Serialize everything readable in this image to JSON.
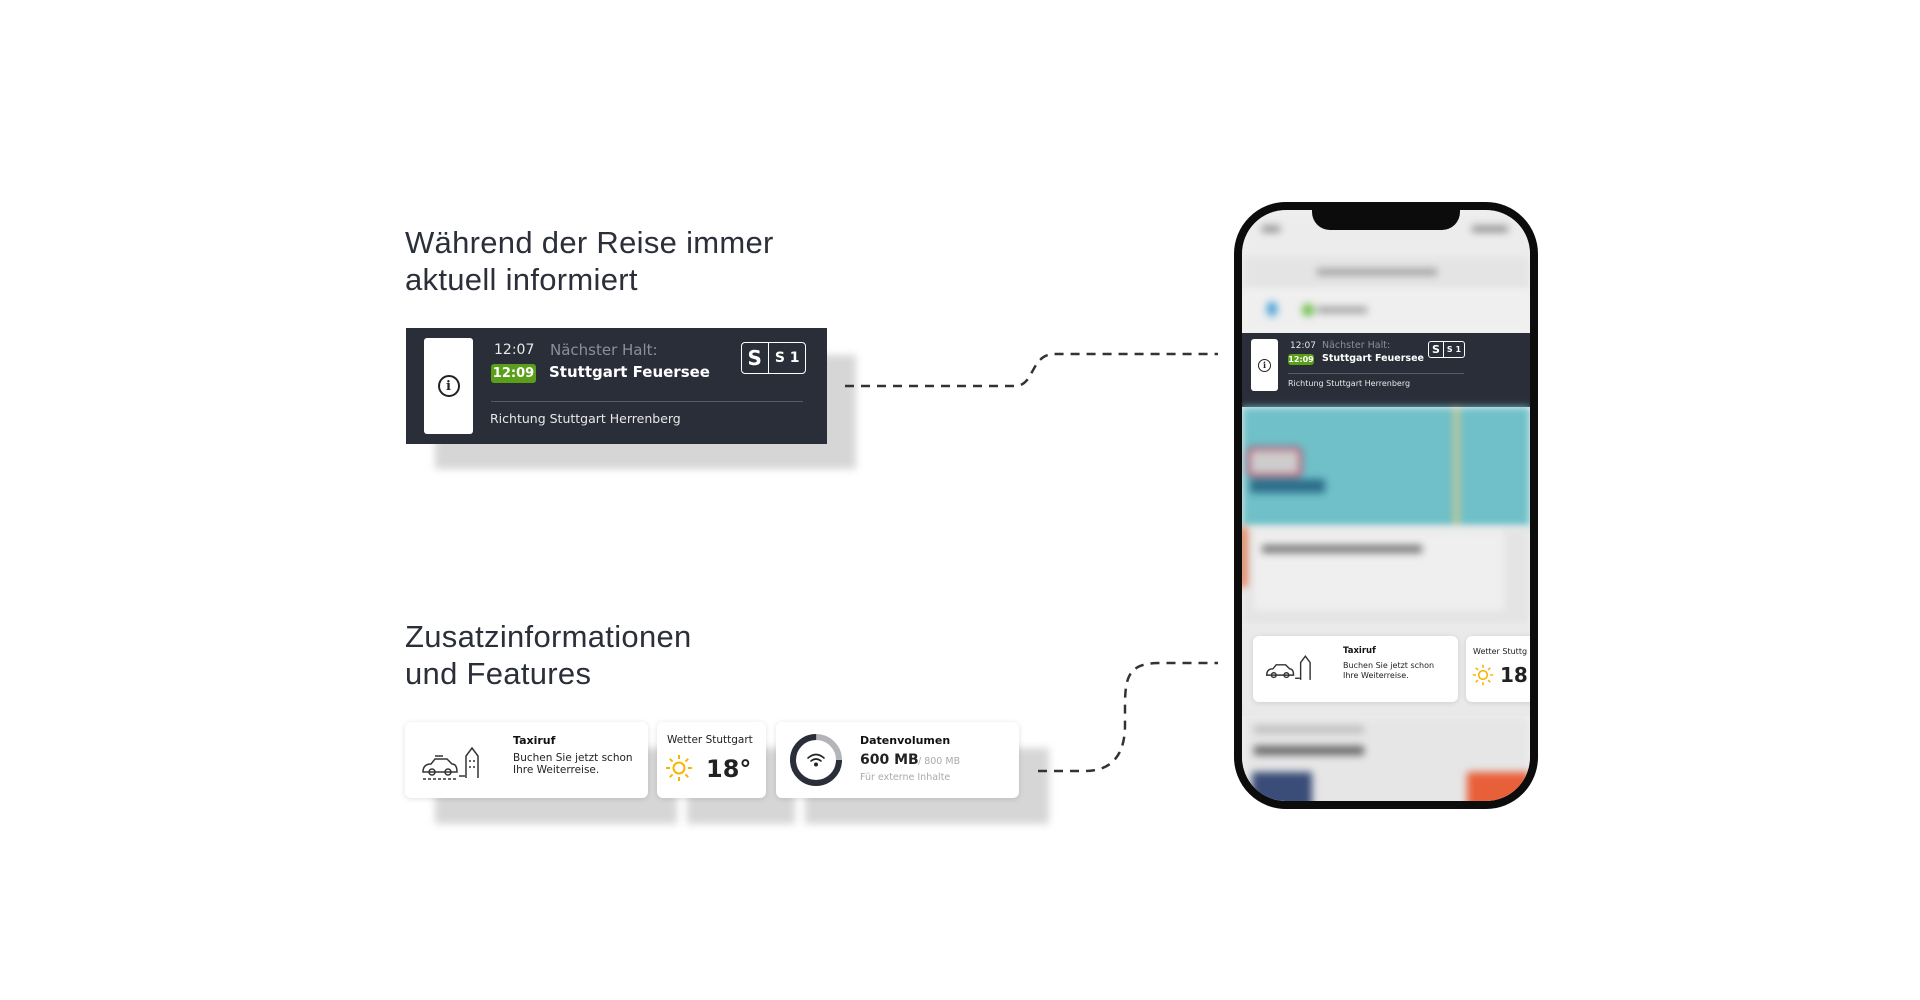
{
  "section1": {
    "title_line1": "Während der Reise immer",
    "title_line2": "aktuell informiert"
  },
  "section2": {
    "title_line1": "Zusatzinformationen",
    "title_line2": "und Features"
  },
  "travel_card": {
    "scheduled_time": "12:07",
    "next_stop_label": "Nächster Halt:",
    "realtime": "12:09",
    "stop_name": "Stuttgart Feuersee",
    "direction": "Richtung Stuttgart Herrenberg",
    "line_logo": "S",
    "line": "S 1",
    "realtime_color": "#5a9e1a"
  },
  "taxi": {
    "title": "Taxiruf",
    "line1": "Buchen Sie jetzt schon",
    "line2": "Ihre Weiterreise."
  },
  "weather": {
    "title": "Wetter Stuttgart",
    "temperature": "18°",
    "title_short": "Wetter Stuttg",
    "temp_short": "18"
  },
  "data_volume": {
    "title": "Datenvolumen",
    "used": "600 MB",
    "total": "/ 800 MB",
    "subtitle": "Für externe Inhalte",
    "used_fraction": 0.75
  }
}
